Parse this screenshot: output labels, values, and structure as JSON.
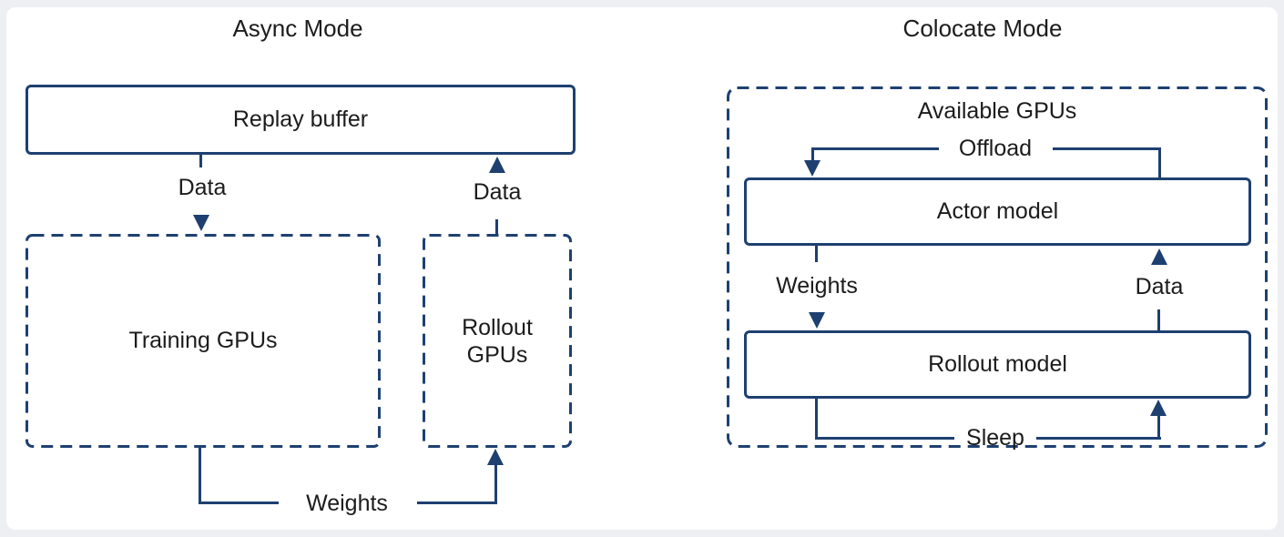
{
  "async_panel": {
    "title": "Async Mode",
    "replay_buffer_label": "Replay buffer",
    "training_gpus_label": "Training GPUs",
    "rollout_gpus_label": "Rollout GPUs",
    "data_to_training_label": "Data",
    "data_from_rollout_label": "Data",
    "weights_label": "Weights"
  },
  "colocate_panel": {
    "title": "Colocate Mode",
    "available_gpus_label": "Available GPUs",
    "offload_label": "Offload",
    "actor_model_label": "Actor model",
    "rollout_model_label": "Rollout model",
    "weights_label": "Weights",
    "data_label": "Data",
    "sleep_label": "Sleep"
  },
  "colors": {
    "line": "#1e4070",
    "text": "#1c1c1e",
    "background": "#edeff2",
    "card": "#ffffff"
  }
}
